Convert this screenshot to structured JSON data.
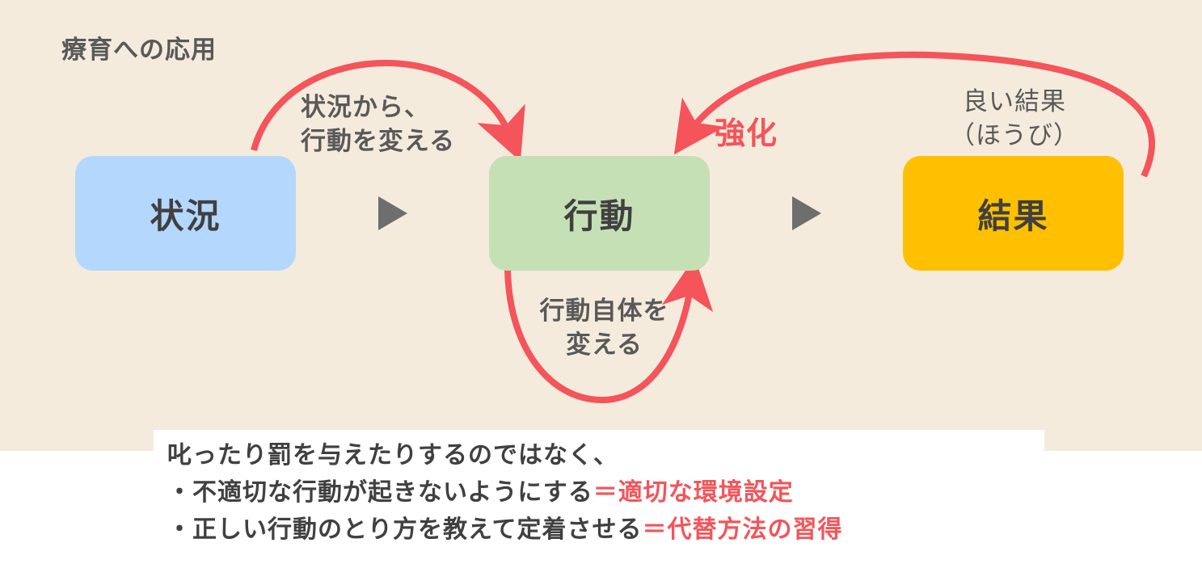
{
  "heading": "療育への応用",
  "colors": {
    "background": "#f5ebdd",
    "arrow": "#f4545a",
    "situation_box": "#b4d7fd",
    "behavior_box": "#c5e0b5",
    "result_box": "#fec000",
    "triangle": "#6e6e6e",
    "text": "#404040"
  },
  "boxes": {
    "situation": "状況",
    "behavior": "行動",
    "result": "結果"
  },
  "arrow_labels": {
    "change_from_situation_line1": "状況から、",
    "change_from_situation_line2": "行動を変える",
    "change_behavior_line1": "行動自体を",
    "change_behavior_line2": "変える",
    "reinforce": "強化",
    "good_result_line1": "良い結果",
    "good_result_line2": "（ほうび）"
  },
  "icons": {
    "flow_arrow_1": "right-triangle-icon",
    "flow_arrow_2": "right-triangle-icon"
  },
  "note": {
    "line1": "叱ったり罰を与えたりするのではなく、",
    "line2_prefix": "・不適切な行動が起きないようにする",
    "line2_accent": "＝適切な環境設定",
    "line3_prefix": "・正しい行動のとり方を教えて定着させる",
    "line3_accent": "＝代替方法の習得"
  }
}
